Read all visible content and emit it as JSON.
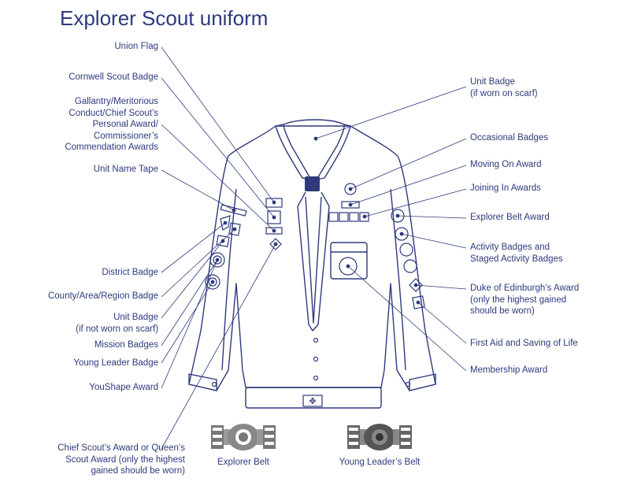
{
  "title": "Explorer Scout uniform",
  "colors": {
    "navy": "#2e3a7c",
    "belt_grey": "#777777"
  },
  "left_labels": {
    "union_flag": "Union Flag",
    "cornwell": "Cornwell Scout Badge",
    "gallantry": "Gallantry/Meritorious\nConduct/Chief Scout’s\nPersonal Award/\nCommissioner’s\nCommendation Awards",
    "unit_name_tape": "Unit Name Tape",
    "district": "District Badge",
    "county": "County/Area/Region Badge",
    "unit_badge_not_scarf": "Unit Badge\n(if not worn on scarf)",
    "mission": "Mission Badges",
    "young_leader": "Young Leader Badge",
    "youshape": "YouShape Award",
    "chief_scout": "Chief Scout’s Award or Queen’s\nScout Award (only the highest\ngained should be worn)"
  },
  "right_labels": {
    "unit_badge_scarf": "Unit Badge\n(if worn on scarf)",
    "occasional": "Occasional Badges",
    "moving_on": "Moving On Award",
    "joining_in": "Joining In Awards",
    "explorer_belt_award": "Explorer Belt Award",
    "activity": "Activity Badges and\nStaged Activity Badges",
    "doe": "Duke of Edinburgh’s Award\n(only the highest gained\nshould be worn)",
    "first_aid": "First Aid and Saving of Life",
    "membership": "Membership Award"
  },
  "belts": {
    "explorer": "Explorer Belt",
    "young_leader": "Young Leader’s Belt"
  }
}
